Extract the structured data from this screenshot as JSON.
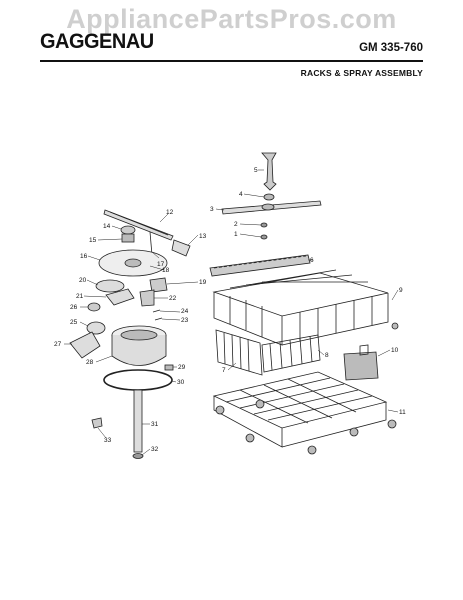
{
  "watermark": "AppliancePartsPros.com",
  "header": {
    "brand": "GAGGENAU",
    "model": "GM 335-760",
    "section_title": "RACKS & SPRAY ASSEMBLY"
  },
  "callouts": [
    "1",
    "2",
    "3",
    "4",
    "5",
    "6",
    "7",
    "8",
    "9",
    "10",
    "11",
    "12",
    "13",
    "14",
    "15",
    "16",
    "17",
    "18",
    "19",
    "20",
    "21",
    "22",
    "23",
    "24",
    "25",
    "26",
    "27",
    "28",
    "29",
    "30",
    "31",
    "32",
    "33"
  ]
}
